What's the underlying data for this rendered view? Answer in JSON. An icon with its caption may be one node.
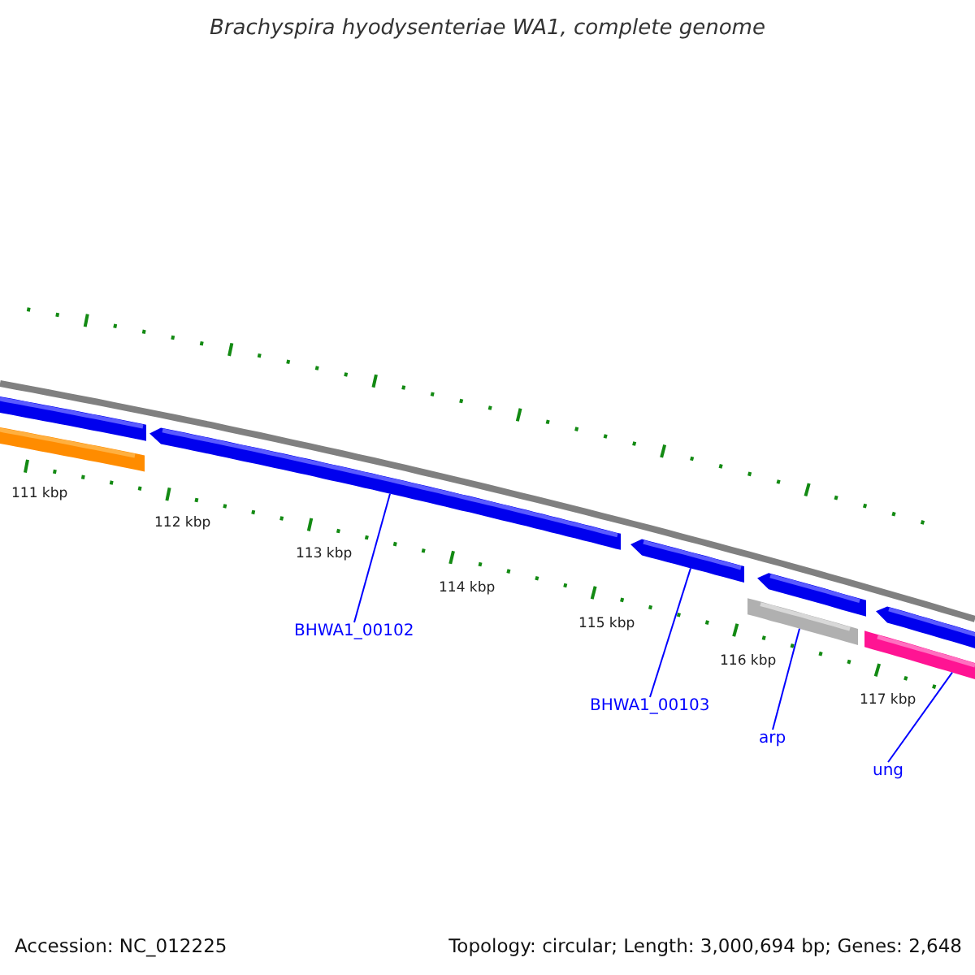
{
  "diagram": {
    "title": "Brachyspira hyodysenteriae WA1, complete genome",
    "nodes": [
      {
        "text": [
          "BHWA1_00102"
        ]
      },
      {
        "text": [],
        "shape": "bar"
      },
      {
        "text": [
          "BHWA1_00103"
        ]
      },
      {
        "text": [],
        "shape": "bar"
      },
      {
        "text": [
          "arp"
        ]
      },
      {
        "text": [],
        "shape": "bar"
      },
      {
        "text": [
          "ung"
        ]
      },
      {
        "text": [],
        "shape": "bar"
      }
    ],
    "edges": [
      {
        "from": 0,
        "to": 1,
        "arrow": "none"
      },
      {
        "from": 2,
        "to": 3,
        "arrow": "none"
      },
      {
        "from": 4,
        "to": 5,
        "arrow": "none"
      },
      {
        "from": 6,
        "to": 7,
        "arrow": "none"
      }
    ],
    "labels": [
      "111 kbp",
      "112 kbp",
      "113 kbp",
      "114 kbp",
      "115 kbp",
      "116 kbp",
      "117 kbp",
      "Accession: NC_012225",
      "Topology: circular; Length: 3,000,694 bp; Genes: 2,648"
    ]
  }
}
